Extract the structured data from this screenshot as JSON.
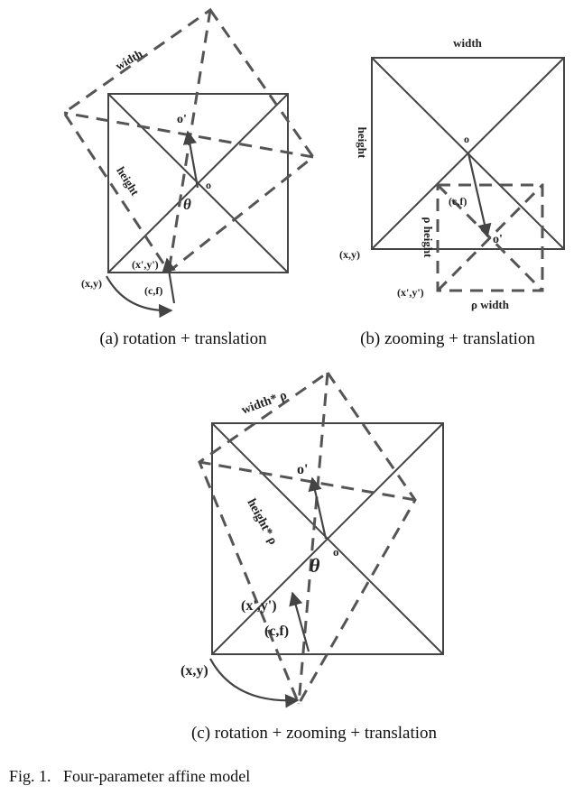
{
  "panels": {
    "a": {
      "labels": {
        "width": "width",
        "height": "height",
        "o": "o",
        "o_prime": "o'",
        "theta": "θ",
        "xy": "(x,y)",
        "xy_prime": "(x',y')",
        "cf": "(c,f)"
      },
      "caption": "(a)  rotation + translation"
    },
    "b": {
      "labels": {
        "width": "width",
        "height": "height",
        "o": "o",
        "o_prime": "o'",
        "xy": "(x,y)",
        "xy_prime": "(x',y')",
        "cf": "(c,f)",
        "rho_height": "ρ height",
        "rho_width": "ρ width"
      },
      "caption": "(b)  zooming + translation"
    },
    "c": {
      "labels": {
        "width_rho": "width* ρ",
        "height_rho": "height* ρ",
        "o": "o",
        "o_prime": "o'",
        "theta": "θ",
        "xy": "(x,y)",
        "xy_prime": "(x',y')",
        "cf": "(c,f)"
      },
      "caption": "(c)  rotation + zooming + translation"
    }
  },
  "figure_caption": "Fig. 1.   Four-parameter affine model",
  "colors": {
    "line": "#444444",
    "dashed": "#555555"
  }
}
